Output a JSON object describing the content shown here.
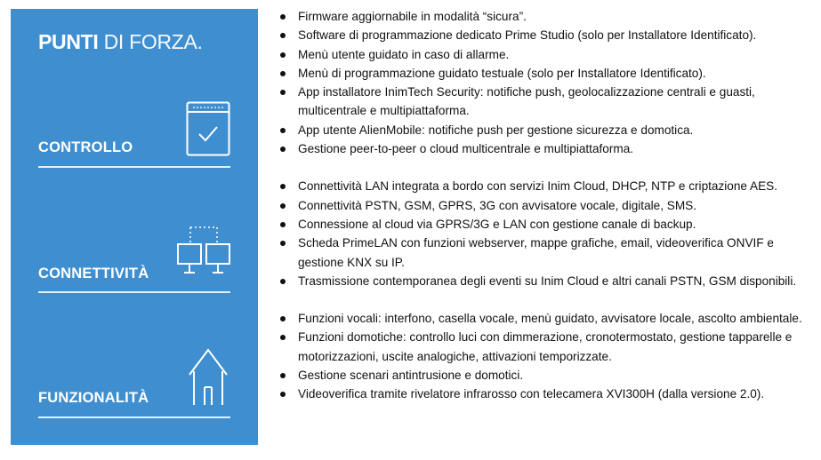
{
  "panel": {
    "title_bold": "PUNTI",
    "title_light": "DI FORZA.",
    "sections": [
      {
        "label": "CONTROLLO",
        "icon": "checklist-form-icon"
      },
      {
        "label": "CONNETTIVITÀ",
        "icon": "networked-monitors-icon"
      },
      {
        "label": "FUNZIONALITÀ",
        "icon": "house-outline-icon"
      }
    ],
    "colors": {
      "background": "#3f8fd0",
      "text": "#ffffff"
    }
  },
  "groups": [
    {
      "items": [
        "Firmware aggiornabile in modalità “sicura”.",
        "Software di programmazione dedicato Prime Studio (solo per Installatore Identificato).",
        "Menù utente guidato in caso di allarme.",
        "Menù di programmazione guidato testuale (solo per Installatore Identificato).",
        "App installatore InimTech Security: notifiche push, geolocalizzazione centrali e guasti, multicentrale e multipiattaforma.",
        "App utente AlienMobile: notifiche push per gestione sicurezza e domotica.",
        "Gestione peer-to-peer o cloud multicentrale e multipiattaforma."
      ]
    },
    {
      "items": [
        "Connettività LAN integrata a bordo con servizi Inim Cloud, DHCP, NTP e criptazione AES.",
        "Connettività PSTN, GSM, GPRS, 3G con avvisatore vocale, digitale, SMS.",
        "Connessione al cloud via GPRS/3G e LAN con gestione canale di backup.",
        "Scheda PrimeLAN con funzioni webserver, mappe grafiche, email, videoverifica ONVIF e gestione KNX su IP.",
        "Trasmissione contemporanea degli eventi su Inim Cloud e altri canali PSTN, GSM disponibili."
      ]
    },
    {
      "items": [
        "Funzioni vocali: interfono, casella vocale, menù guidato, avvisatore locale, ascolto ambientale.",
        "Funzioni domotiche: controllo luci con dimmerazione, cronotermostato, gestione tapparelle e motorizzazioni, uscite analogiche, attivazioni temporizzate.",
        "Gestione scenari antintrusione e domotici.",
        "Videoverifica tramite rivelatore infrarosso con telecamera XVI300H (dalla versione 2.0)."
      ]
    }
  ]
}
